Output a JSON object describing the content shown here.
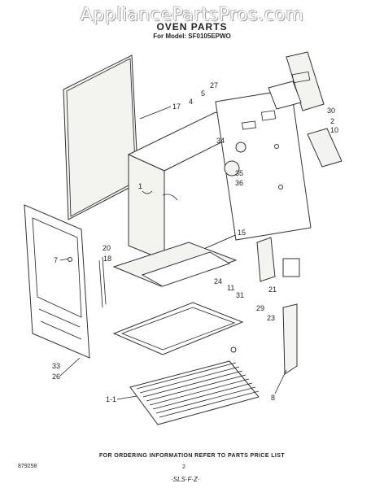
{
  "header": {
    "watermark": "AppliancePartsPros.com",
    "title": "OVEN PARTS",
    "model": "For Model: SF0105EPWO"
  },
  "callouts": [
    "17",
    "4",
    "5",
    "27",
    "30",
    "2",
    "10",
    "34",
    "1",
    "35",
    "36",
    "15",
    "20",
    "18",
    "7",
    "24",
    "11",
    "31",
    "21",
    "29",
    "23",
    "33",
    "26",
    "8",
    "1-1"
  ],
  "footer": {
    "note": "FOR ORDERING INFORMATION REFER TO PARTS PRICE LIST",
    "doc_number": "879258",
    "page": "2",
    "handwritten": "·SLS·F·Z·"
  }
}
